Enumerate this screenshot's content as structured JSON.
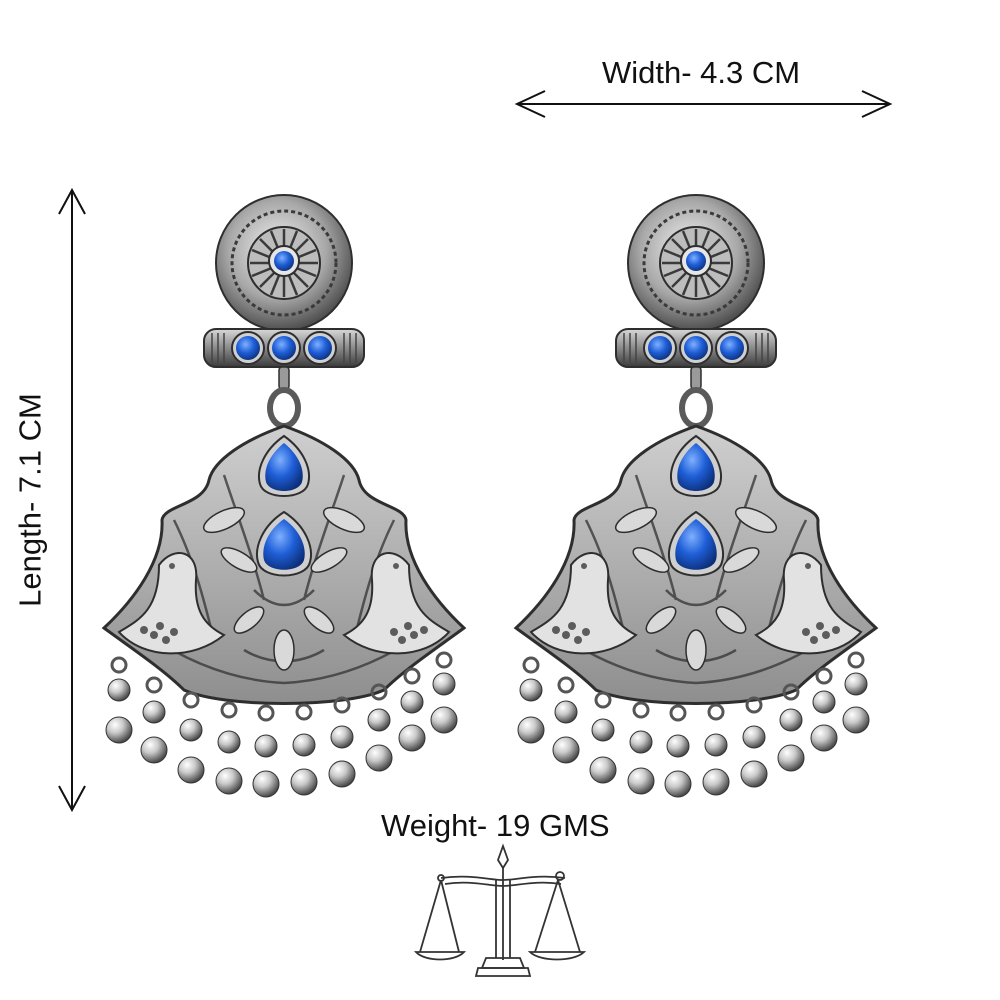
{
  "labels": {
    "width": "Width- 4.3 CM",
    "length": "Length- 7.1 CM",
    "weight": "Weight- 19 GMS"
  },
  "colors": {
    "background": "#ffffff",
    "text": "#111111",
    "silver_light": "#e4e4e4",
    "silver_mid": "#a9a9a9",
    "silver_dark": "#3c3c3c",
    "stone_blue": "#1f5fd8"
  },
  "icons": {
    "scale": "balance-scale-icon"
  }
}
